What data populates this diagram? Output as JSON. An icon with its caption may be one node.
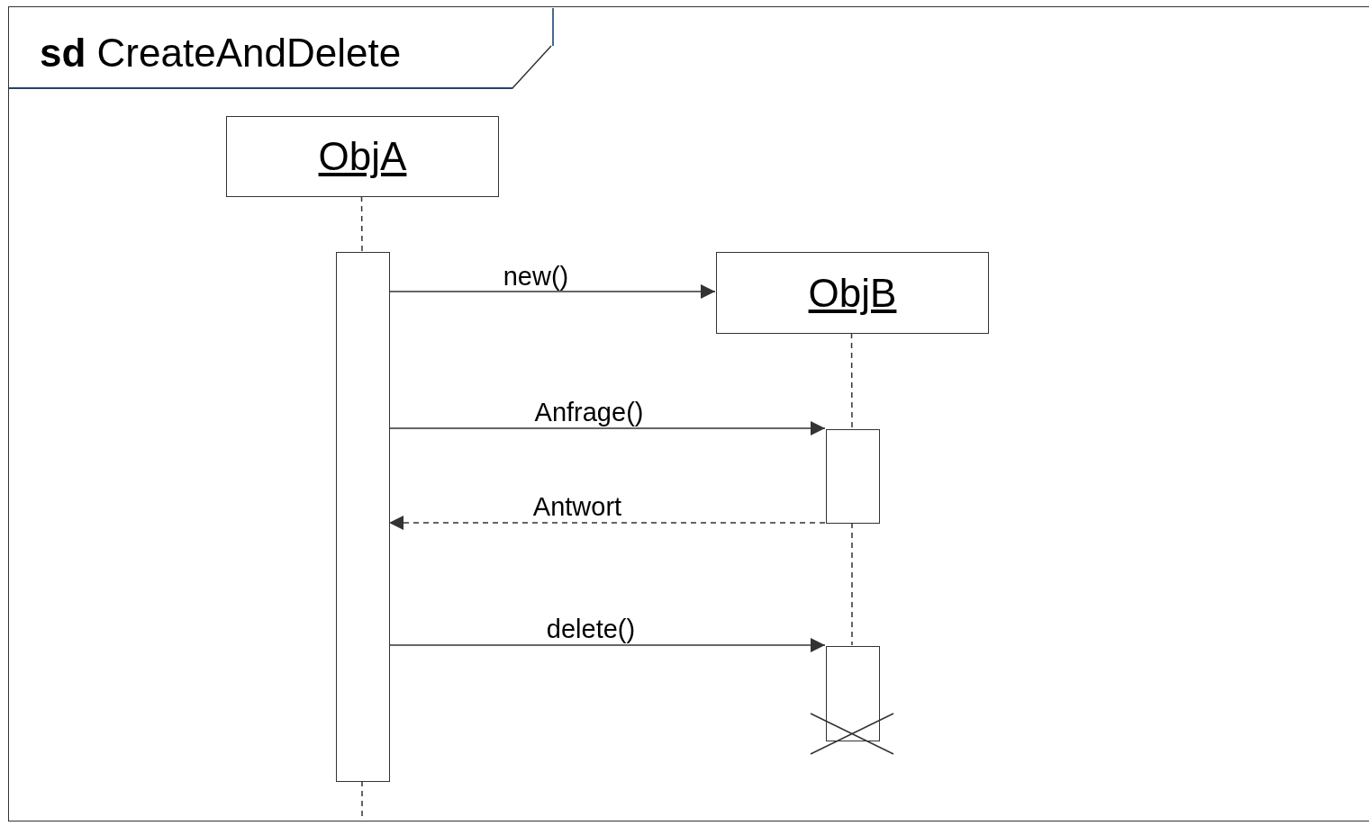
{
  "diagram": {
    "nodes": [
      {
        "text": [
          "**sd** CreateAndDelete"
        ]
      },
      {
        "text": [
          "ObjA"
        ],
        "in": 0
      },
      {
        "text": [],
        "shape": "bar",
        "in": 0
      },
      {
        "text": [
          "ObjB"
        ],
        "in": 0
      },
      {
        "text": [],
        "shape": "bar",
        "in": 0
      },
      {
        "text": [],
        "shape": "bar",
        "in": 0
      }
    ],
    "edges": [
      {
        "from": 1,
        "to": 2,
        "arrow": "none",
        "style": "dashed"
      },
      {
        "from": 2,
        "to": null,
        "arrow": "none",
        "style": "dashed"
      },
      {
        "from": 3,
        "to": 4,
        "arrow": "none",
        "style": "dashed"
      },
      {
        "from": 4,
        "to": 5,
        "arrow": "none",
        "style": "dashed"
      },
      {
        "from": 2,
        "to": 3,
        "arrow": "to",
        "label": "new()"
      },
      {
        "from": 2,
        "to": 4,
        "arrow": "to",
        "label": "Anfrage()"
      },
      {
        "from": 4,
        "to": 2,
        "arrow": "to",
        "label": "Antwort",
        "style": "dashed"
      },
      {
        "from": 2,
        "to": 5,
        "arrow": "to",
        "label": "delete()"
      }
    ]
  }
}
